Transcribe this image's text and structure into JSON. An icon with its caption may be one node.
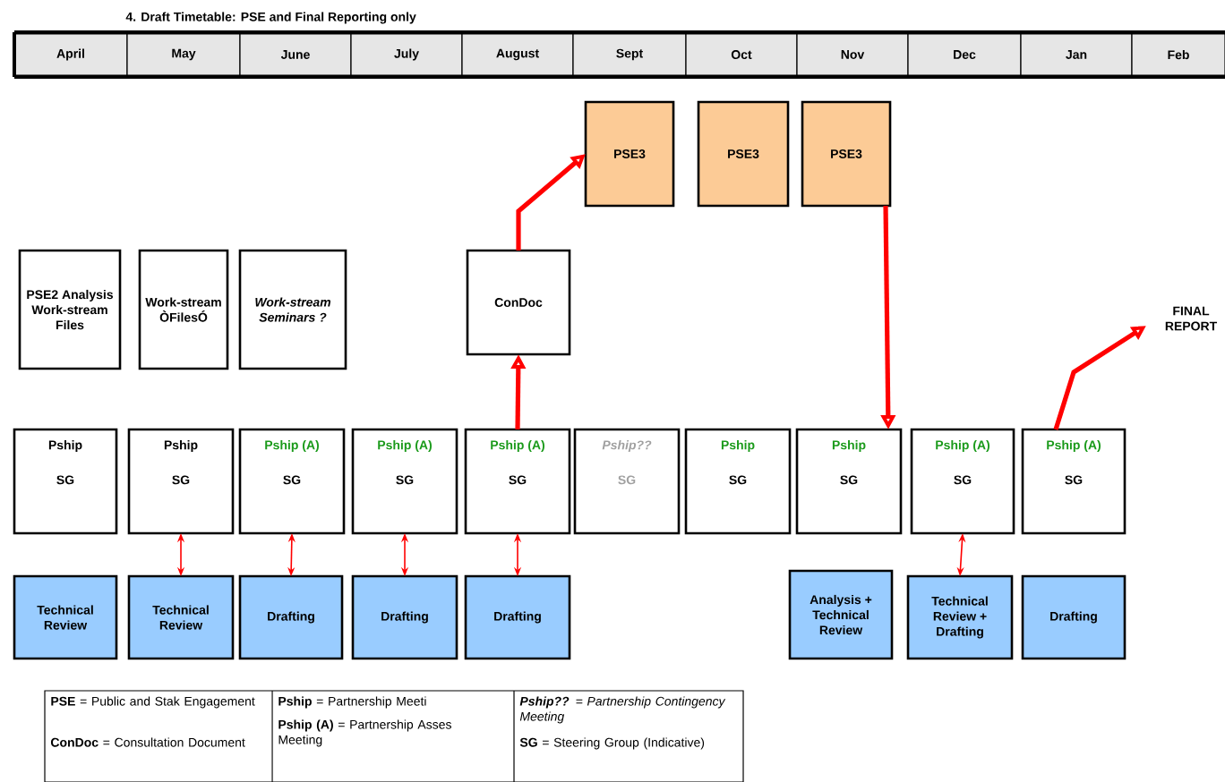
{
  "diagram": {
    "title": "4.  Draft Timetable: PSE and Final Reporting only",
    "nodes": [
      {
        "text": [
          "PSE3"
        ]
      },
      {
        "text": [
          "PSE3"
        ]
      },
      {
        "text": [
          "PSE3"
        ]
      },
      {
        "text": [
          "PSE2 Analysis Work-stream Files"
        ]
      },
      {
        "text": [
          "Work-stream ÒFilesÓ"
        ]
      },
      {
        "text": [
          "Work-stream Seminars ?"
        ]
      },
      {
        "text": [
          "ConDoc"
        ]
      },
      {
        "text": [
          "FINAL REPORT"
        ]
      },
      {
        "text": [
          "Pship",
          "SG"
        ]
      },
      {
        "text": [
          "Pship",
          "SG"
        ]
      },
      {
        "text": [
          "Pship (A)",
          "SG"
        ]
      },
      {
        "text": [
          "Pship (A)",
          "SG"
        ]
      },
      {
        "text": [
          "Pship (A)",
          "SG"
        ]
      },
      {
        "text": [
          "Pship??",
          "SG"
        ]
      },
      {
        "text": [
          "Pship",
          "SG"
        ]
      },
      {
        "text": [
          "Pship",
          "SG"
        ]
      },
      {
        "text": [
          "Pship (A)",
          "SG"
        ]
      },
      {
        "text": [
          "Pship (A)",
          "SG"
        ]
      },
      {
        "text": [
          "Technical Review"
        ]
      },
      {
        "text": [
          "Technical Review"
        ]
      },
      {
        "text": [
          "Drafting"
        ]
      },
      {
        "text": [
          "Drafting"
        ]
      },
      {
        "text": [
          "Drafting"
        ]
      },
      {
        "text": [
          "Analysis + Technical Review"
        ]
      },
      {
        "text": [
          "Technical Review + Drafting"
        ]
      },
      {
        "text": [
          "Drafting"
        ]
      }
    ],
    "edges": [
      {
        "from": 12,
        "to": 6,
        "arrow": "to",
        "style": "thick"
      },
      {
        "from": 6,
        "to": 0,
        "arrow": "to",
        "style": "thick"
      },
      {
        "from": 2,
        "to": 15,
        "arrow": "to",
        "style": "thick"
      },
      {
        "from": 17,
        "to": 7,
        "arrow": "to",
        "style": "thick"
      },
      {
        "from": 9,
        "to": 19,
        "arrow": "both"
      },
      {
        "from": 10,
        "to": 20,
        "arrow": "both"
      },
      {
        "from": 11,
        "to": 21,
        "arrow": "both"
      },
      {
        "from": 12,
        "to": 22,
        "arrow": "both"
      },
      {
        "from": 16,
        "to": 24,
        "arrow": "both"
      }
    ],
    "labels": [
      "April",
      "May",
      "June",
      "July",
      "August",
      "Sept",
      "Oct",
      "Nov",
      "Dec",
      "Jan",
      "Feb",
      "**PSE** = Public and Stak Engagement",
      "**ConDoc** = Consultation Document",
      "**Pship** = Partnership Meeti",
      "**Pship (A)** = Partnership Asses Meeting",
      "**Pship??** = Partnership Contingency Meeting",
      "**SG** = Steering Group (Indicative)"
    ]
  }
}
